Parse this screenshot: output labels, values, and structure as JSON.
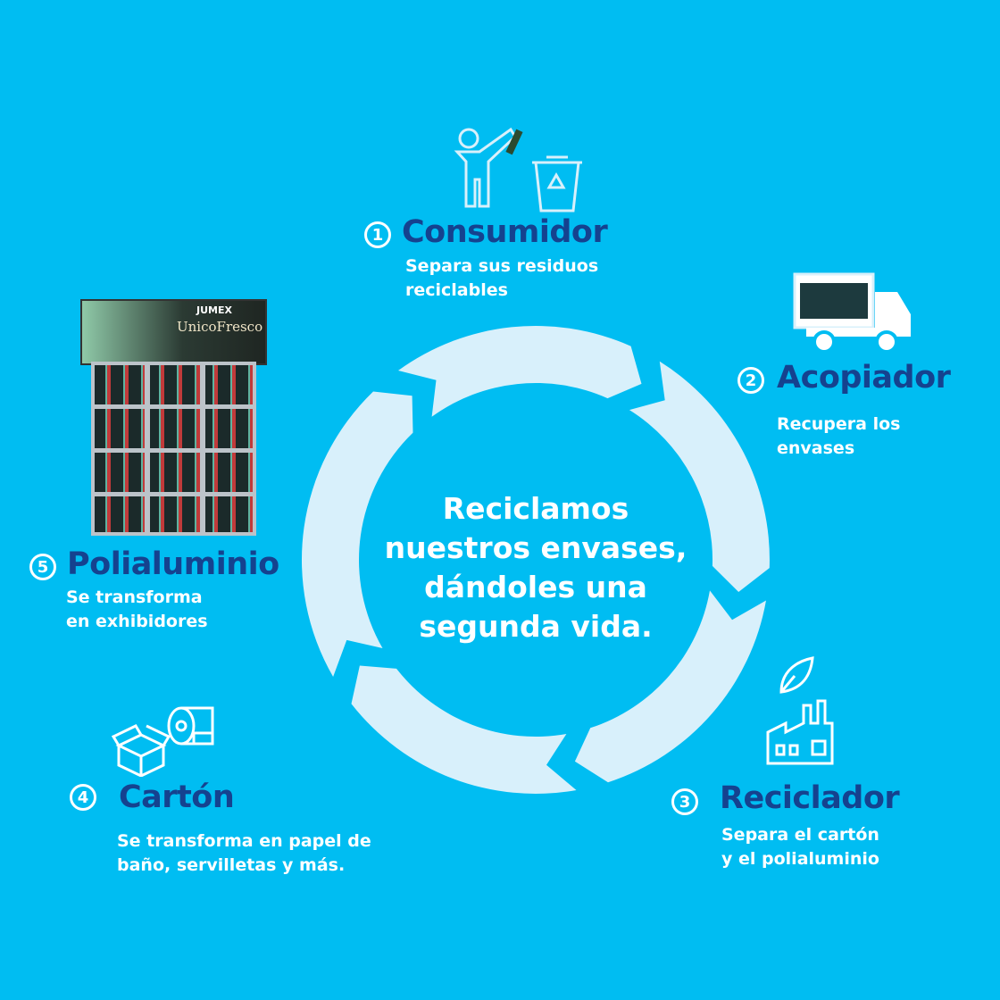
{
  "center_text": [
    "Reciclamos",
    "nuestros envases,",
    "dándoles una",
    "segunda vida."
  ],
  "steps": [
    {
      "number": "1",
      "title": "Consumidor",
      "desc": [
        "Separa sus residuos",
        "reciclables"
      ],
      "icon": "person-recycle-bin-icon"
    },
    {
      "number": "2",
      "title": "Acopiador",
      "desc": [
        "Recupera los",
        "envases"
      ],
      "icon": "truck-icon"
    },
    {
      "number": "3",
      "title": "Reciclador",
      "desc": [
        "Separa el cartón",
        "y el polialuminio"
      ],
      "icon": "factory-leaf-icon"
    },
    {
      "number": "4",
      "title": "Cartón",
      "desc": [
        "Se transforma en papel de",
        "baño, servilletas y más."
      ],
      "icon": "box-toilet-paper-icon"
    },
    {
      "number": "5",
      "title": "Polialuminio",
      "desc": [
        "Se transforma",
        "en exhibidores"
      ],
      "icon": "display-rack-image"
    }
  ],
  "display_image": {
    "brand": "JUMEX",
    "product": "UnicoFresco"
  },
  "colors": {
    "background": "#00bdf2",
    "title": "#15428f",
    "ring": "#d8f0fb"
  }
}
